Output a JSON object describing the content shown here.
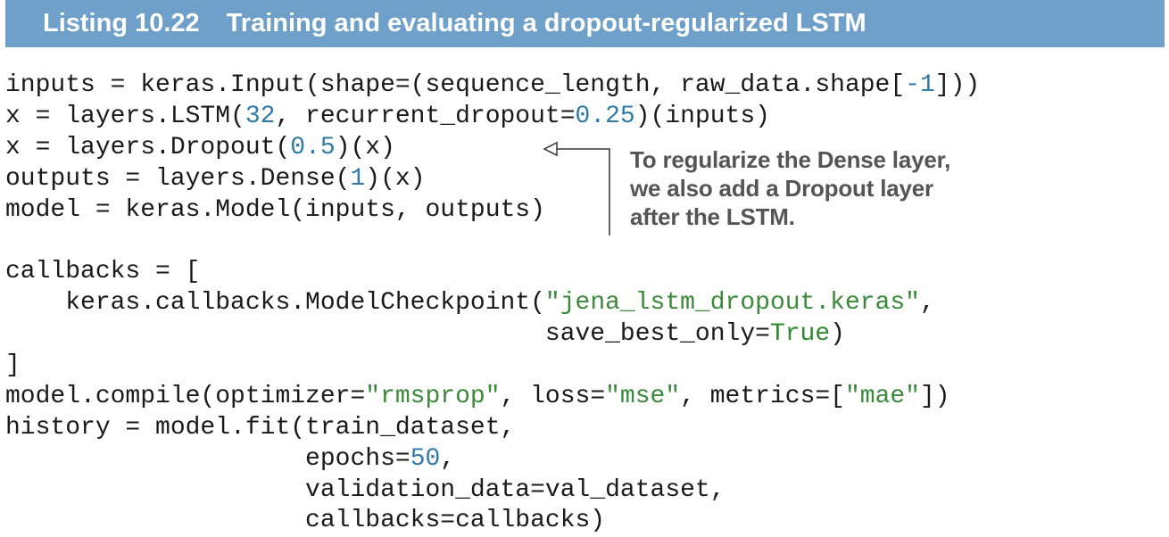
{
  "listing": {
    "number": "Listing 10.22",
    "title": "Training and evaluating a dropout-regularized LSTM"
  },
  "code": {
    "lines": [
      [
        {
          "t": "inputs = keras.Input(shape=(sequence_length, raw_data.shape["
        },
        {
          "t": "-1",
          "c": "n"
        },
        {
          "t": "]))"
        }
      ],
      [
        {
          "t": "x = layers.LSTM("
        },
        {
          "t": "32",
          "c": "n"
        },
        {
          "t": ", recurrent_dropout="
        },
        {
          "t": "0.25",
          "c": "n"
        },
        {
          "t": ")(inputs)"
        }
      ],
      [
        {
          "t": "x = layers.Dropout("
        },
        {
          "t": "0.5",
          "c": "n"
        },
        {
          "t": ")(x)"
        }
      ],
      [
        {
          "t": "outputs = layers.Dense("
        },
        {
          "t": "1",
          "c": "n"
        },
        {
          "t": ")(x)"
        }
      ],
      [
        {
          "t": "model = keras.Model(inputs, outputs)"
        }
      ],
      [],
      [
        {
          "t": "callbacks = ["
        }
      ],
      [
        {
          "t": "    keras.callbacks.ModelCheckpoint("
        },
        {
          "t": "\"jena_lstm_dropout.keras\"",
          "c": "s"
        },
        {
          "t": ","
        }
      ],
      [
        {
          "t": "                                    save_best_only="
        },
        {
          "t": "True",
          "c": "k"
        },
        {
          "t": ")"
        }
      ],
      [
        {
          "t": "]"
        }
      ],
      [
        {
          "t": "model.compile(optimizer="
        },
        {
          "t": "\"rmsprop\"",
          "c": "s"
        },
        {
          "t": ", loss="
        },
        {
          "t": "\"mse\"",
          "c": "s"
        },
        {
          "t": ", metrics=["
        },
        {
          "t": "\"mae\"",
          "c": "s"
        },
        {
          "t": "])"
        }
      ],
      [
        {
          "t": "history = model.fit(train_dataset,"
        }
      ],
      [
        {
          "t": "                    epochs="
        },
        {
          "t": "50",
          "c": "n"
        },
        {
          "t": ","
        }
      ],
      [
        {
          "t": "                    validation_data=val_dataset,"
        }
      ],
      [
        {
          "t": "                    callbacks=callbacks)"
        }
      ]
    ]
  },
  "callout": {
    "lines": [
      "To regularize the Dense layer,",
      "we also add a Dropout layer",
      "after the LSTM."
    ]
  },
  "colors": {
    "header_bg": "#6ea0c9",
    "number": "#2f7aa9",
    "string": "#3a8a3a",
    "keyword": "#2f8a2f",
    "callout_text": "#555555"
  }
}
